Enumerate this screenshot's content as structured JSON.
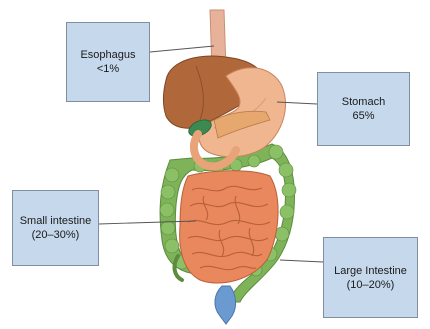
{
  "labels": {
    "esophagus": {
      "name": "Esophagus",
      "value": "<1%"
    },
    "stomach": {
      "name": "Stomach",
      "value": "65%"
    },
    "small_intestine": {
      "name": "Small intestine",
      "value": "(20–30%)"
    },
    "large_intestine": {
      "name": "Large Intestine",
      "value": "(10–20%)"
    }
  },
  "colors": {
    "box_fill": "#c6d9ec",
    "box_border": "#7f8fa0",
    "liver": "#b0683a",
    "stomach": "#f0b690",
    "small_intestine": "#e9885c",
    "large_intestine": "#7fb35a",
    "gallbladder": "#3c8a52",
    "pancreas": "#e6a86e",
    "leader_line": "#555555"
  }
}
